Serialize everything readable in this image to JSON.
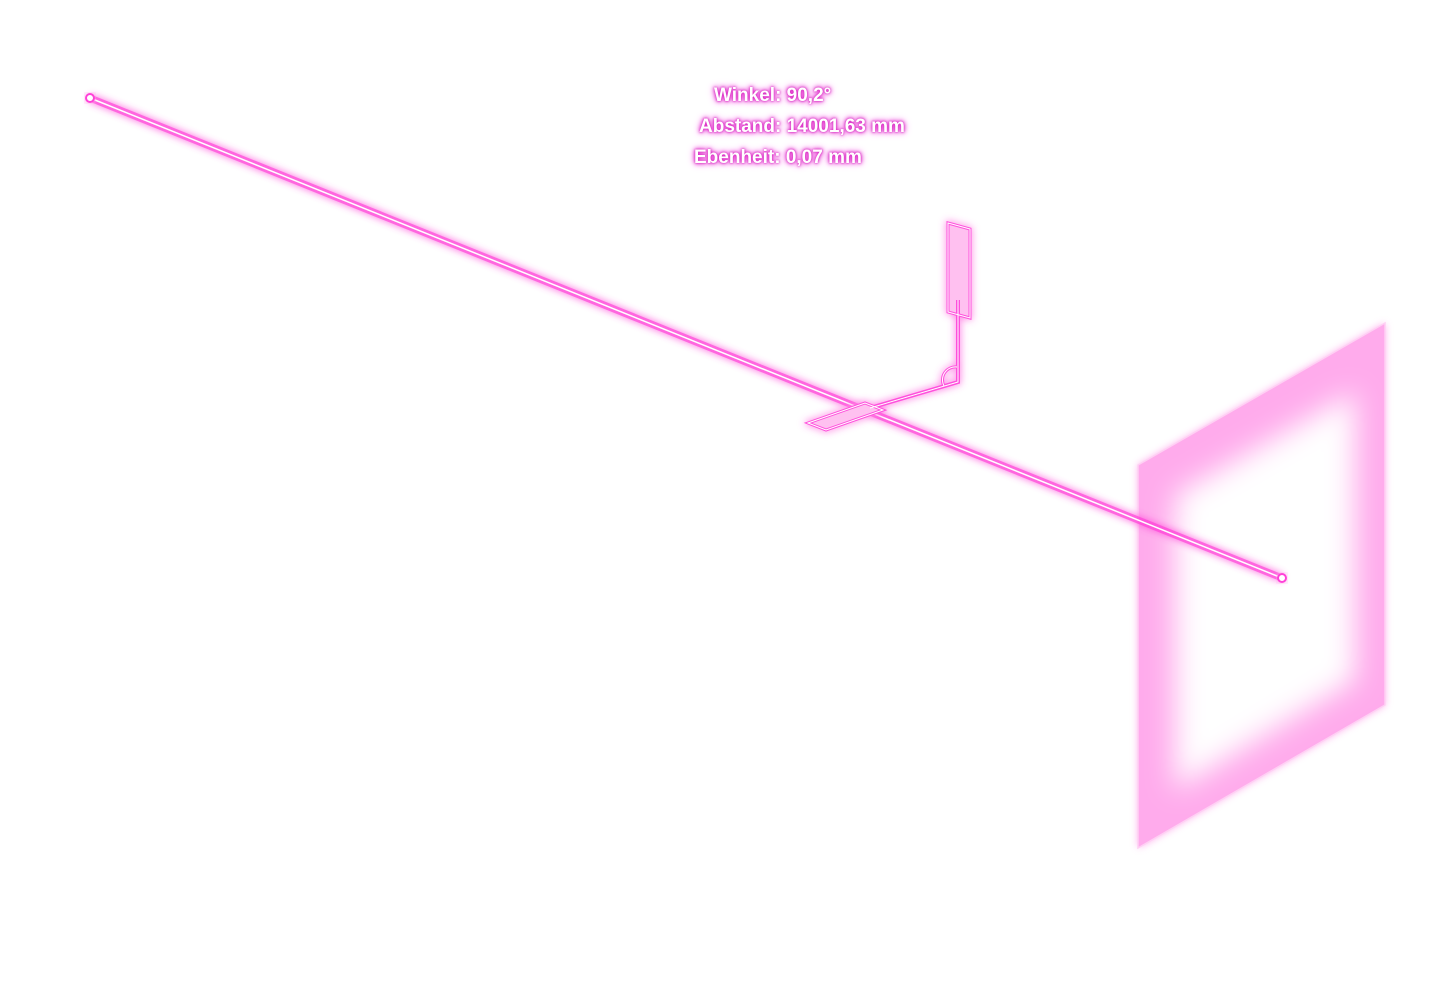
{
  "readouts": {
    "angle": "Winkel: 90,2°",
    "distance": "Abstand: 14001,63 mm",
    "flatness": "Ebenheit: 0,07 mm"
  },
  "colors": {
    "accent": "#ff40d8",
    "glow": "#ff80e8",
    "panel": "#ffb0ee"
  }
}
